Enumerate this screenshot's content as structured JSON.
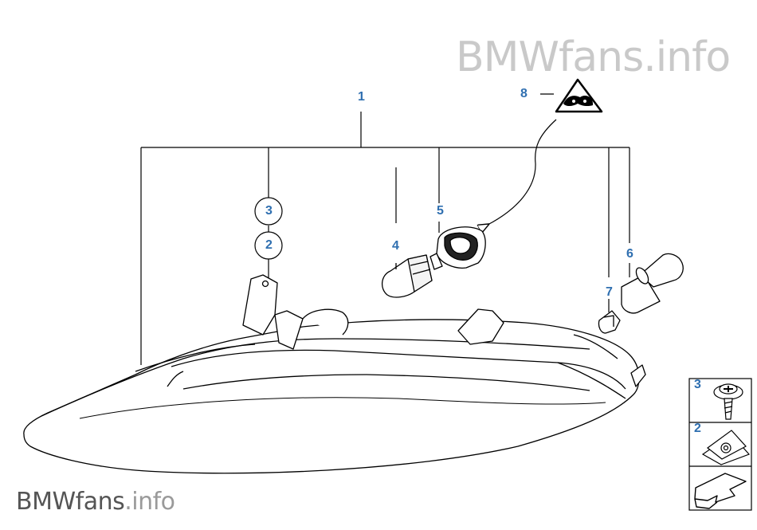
{
  "watermarks": {
    "top": {
      "brand": "BMWfans",
      "tld": ".info"
    },
    "bottom": {
      "brand": "BMWfans",
      "tld": ".info"
    }
  },
  "callouts": {
    "c1": "1",
    "c2": "2",
    "c3": "3",
    "c4": "4",
    "c5": "5",
    "c6": "6",
    "c7": "7",
    "c8": "8"
  },
  "legend": {
    "item_a": "3",
    "item_b": "2"
  },
  "colors": {
    "callout": "#2f6fb0",
    "line": "#000000",
    "watermark_light": "#c9c9c9"
  }
}
